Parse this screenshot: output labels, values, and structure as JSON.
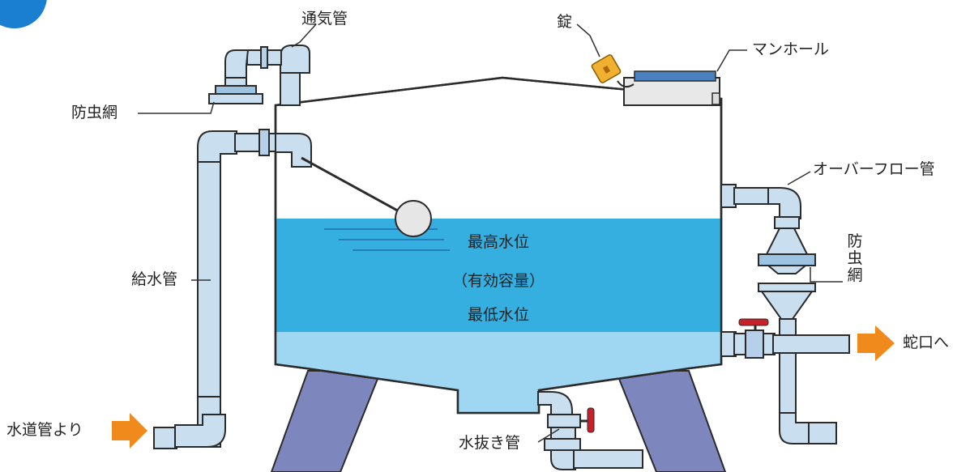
{
  "labels": {
    "vent_pipe": "通気管",
    "insect_net_top": "防虫網",
    "lock": "錠",
    "manhole": "マンホール",
    "overflow_pipe": "オーバーフロー管",
    "insect_net_side": [
      "防",
      "虫",
      "網"
    ],
    "supply_pipe": "給水管",
    "high_level": "最高水位",
    "capacity": "（有効容量）",
    "low_level": "最低水位",
    "from_main": "水道管より",
    "drain_pipe": "水抜き管",
    "to_faucet": "蛇口へ"
  },
  "colors": {
    "pipe_fill": "#c9dff0",
    "pipe_stroke": "#2b2b2b",
    "water_high": "#35aee0",
    "water_low": "#9fd7f3",
    "tank_fill": "#ffffff",
    "legs": "#7d86bd",
    "arrow": "#f08a1c",
    "lock": "#f0b030",
    "manhole_lid": "#4a7fc0",
    "valve": "#c8202a",
    "badge": "#1a7fd0"
  },
  "icons": [
    "lock-icon",
    "arrow-in-icon",
    "arrow-out-icon",
    "float-ball-icon",
    "valve-icon"
  ]
}
